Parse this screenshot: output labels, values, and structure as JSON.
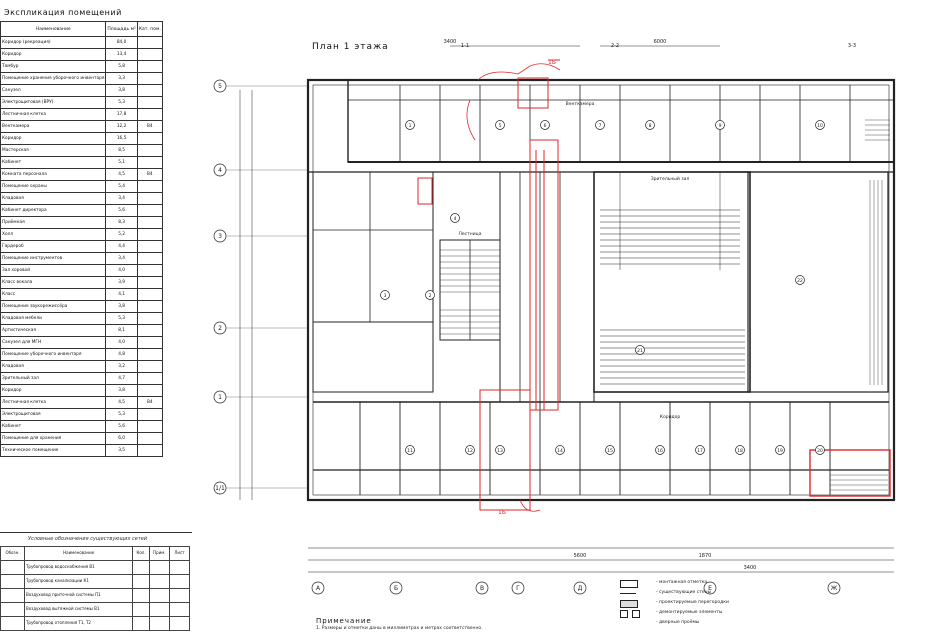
{
  "explication": {
    "title": "Экспликация помещений",
    "headers": [
      "Наименование",
      "Площадь м²",
      "Кат. пом."
    ],
    "rows": [
      [
        "Коридор (рекреация)",
        "84,0",
        ""
      ],
      [
        "Коридор",
        "13,4",
        ""
      ],
      [
        "Тамбур",
        "5,8",
        ""
      ],
      [
        "Помещение хранения уборочного инвентаря",
        "3,3",
        ""
      ],
      [
        "Санузел",
        "3,8",
        ""
      ],
      [
        "Электрощитовая (ВРУ)",
        "5,3",
        ""
      ],
      [
        "Лестничная клетка",
        "17,8",
        ""
      ],
      [
        "Венткамера",
        "12,2",
        "В4"
      ],
      [
        "Коридор",
        "16,5",
        ""
      ],
      [
        "Мастерская",
        "8,5",
        ""
      ],
      [
        "Кабинет",
        "5,1",
        ""
      ],
      [
        "Комната персонала",
        "4,5",
        "В4"
      ],
      [
        "Помещение охраны",
        "5,4",
        ""
      ],
      [
        "Кладовая",
        "3,4",
        ""
      ],
      [
        "Кабинет директора",
        "5,6",
        ""
      ],
      [
        "Приёмная",
        "8,3",
        ""
      ],
      [
        "Холл",
        "5,2",
        ""
      ],
      [
        "Гардероб",
        "4,4",
        ""
      ],
      [
        "Помещение инструментов",
        "3,4",
        ""
      ],
      [
        "Зал хоровой",
        "4,0",
        ""
      ],
      [
        "Класс вокала",
        "3,9",
        ""
      ],
      [
        "Класс",
        "4,1",
        ""
      ],
      [
        "Помещение звукорежиссёра",
        "3,8",
        ""
      ],
      [
        "Кладовая мебели",
        "5,3",
        ""
      ],
      [
        "Артистическая",
        "8,1",
        ""
      ],
      [
        "Санузел для МГН",
        "4,0",
        ""
      ],
      [
        "Помещение уборочного инвентаря",
        "4,8",
        ""
      ],
      [
        "Кладовая",
        "3,2",
        ""
      ],
      [
        "Зрительный зал",
        "4,7",
        ""
      ],
      [
        "Коридор",
        "3,8",
        ""
      ],
      [
        "Лестничная клетка",
        "4,5",
        "В4"
      ],
      [
        "Электрощитовая",
        "5,3",
        ""
      ],
      [
        "Кабинет",
        "5,6",
        ""
      ],
      [
        "Помещение для хранения",
        "6,0",
        ""
      ],
      [
        "Техническое помещение",
        "3,5",
        ""
      ]
    ]
  },
  "designations": {
    "title": "Условные обозначения существующих сетей",
    "headers": [
      "Обозн.",
      "Наименование",
      "Кол.",
      "Прим.",
      "Лист"
    ],
    "rows": [
      [
        "",
        "Трубопровод водоснабжения В1",
        "",
        "",
        ""
      ],
      [
        "",
        "Трубопровод канализации К1",
        "",
        "",
        ""
      ],
      [
        "",
        "Воздуховод приточной системы П1",
        "",
        "",
        ""
      ],
      [
        "",
        "Воздуховод вытяжной системы В1",
        "",
        "",
        ""
      ],
      [
        "",
        "Трубопровод отопления Т1, Т2",
        "",
        "",
        ""
      ]
    ]
  },
  "plan": {
    "title": "План 1 этажа",
    "axis_rows": [
      "5",
      "4",
      "3",
      "2",
      "1",
      "1/1"
    ],
    "axis_cols": [
      "А",
      "Б",
      "В",
      "Г",
      "Д",
      "Е",
      "Ж"
    ],
    "section_marks": [
      "1-1",
      "2-2",
      "3-3"
    ],
    "rooms": [
      "1",
      "2",
      "3",
      "4",
      "5",
      "6",
      "7",
      "8",
      "9",
      "10",
      "11",
      "12",
      "13",
      "14",
      "15",
      "16",
      "17",
      "18",
      "19",
      "20",
      "21",
      "22"
    ],
    "zone_labels": [
      "Зрительный зал",
      "Лестница",
      "Венткамера",
      "Коридор"
    ],
    "markers": [
      "1Б",
      "1Б"
    ],
    "dims": [
      "3400",
      "6000",
      "5600",
      "1870",
      "3400"
    ]
  },
  "legend": {
    "items": [
      "- монтажная отметка",
      "- существующие стены",
      "- проектируемые перегородки",
      "- демонтируемые элементы",
      "- дверные проёмы"
    ]
  },
  "note": {
    "title": "Примечание",
    "text": "1. Размеры и отметки даны в миллиметрах и метрах соответственно."
  },
  "colors": {
    "line": "#222222",
    "red": "#e0262a",
    "paper": "#ffffff"
  }
}
